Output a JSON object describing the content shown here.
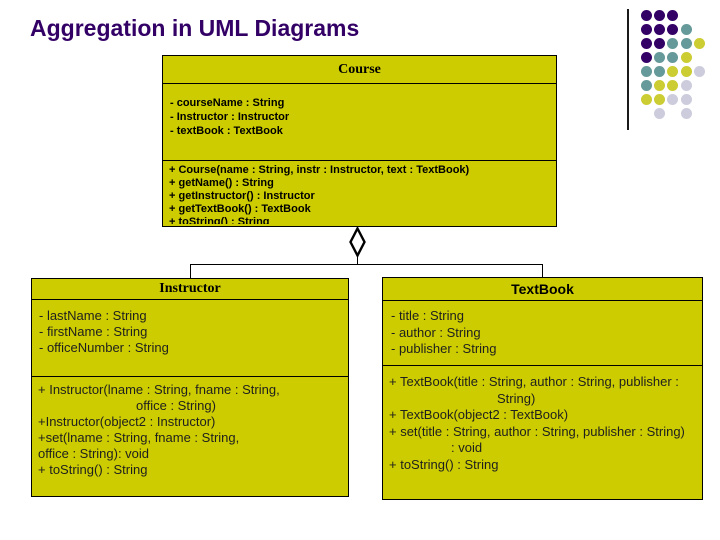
{
  "slide": {
    "title": "Aggregation in UML Diagrams"
  },
  "colors": {
    "title_text": "#330066",
    "box_fill": "#cccc00",
    "box_border": "#000000",
    "dot_purple": "#330066",
    "dot_teal": "#669999",
    "dot_yellow": "#cccc33",
    "dot_lavender": "#ccccdd"
  },
  "uml": {
    "course": {
      "name": "Course",
      "attributes": [
        "- courseName : String",
        "- Instructor : Instructor",
        "- textBook : TextBook"
      ],
      "methods": [
        "+ Course(name : String, instr : Instructor, text : TextBook)",
        "+ getName() : String",
        "+ getInstructor() : Instructor",
        "+ getTextBook() : TextBook",
        "+ toString() : String"
      ]
    },
    "instructor": {
      "name": "Instructor",
      "attributes": [
        "- lastName : String",
        "- firstName : String",
        "- officeNumber : String"
      ],
      "methods": [
        "+ Instructor(lname : String, fname : String,",
        "office : String)",
        "+Instructor(object2 : Instructor)",
        "+set(lname : String, fname : String,",
        "office : String): void",
        "+ toString() : String"
      ]
    },
    "textbook": {
      "name": "TextBook",
      "attributes": [
        "- title : String",
        "- author : String",
        "- publisher : String"
      ],
      "methods": [
        "+ TextBook(title : String, author : String, publisher :",
        "String)",
        "+ TextBook(object2 : TextBook)",
        "+ set(title : String, author : String, publisher : String)",
        ": void",
        "+ toString() : String"
      ]
    }
  },
  "decoration": {
    "dot_rows": [
      [
        "P",
        "P",
        "P"
      ],
      [
        "P",
        "P",
        "P",
        "T"
      ],
      [
        "P",
        "P",
        "T",
        "T",
        "Y"
      ],
      [
        "P",
        "T",
        "T",
        "Y"
      ],
      [
        "T",
        "T",
        "Y",
        "Y",
        "L"
      ],
      [
        "T",
        "Y",
        "Y",
        "L"
      ],
      [
        "Y",
        "Y",
        "L",
        "L"
      ],
      [
        null,
        "L",
        null,
        "L"
      ]
    ]
  }
}
